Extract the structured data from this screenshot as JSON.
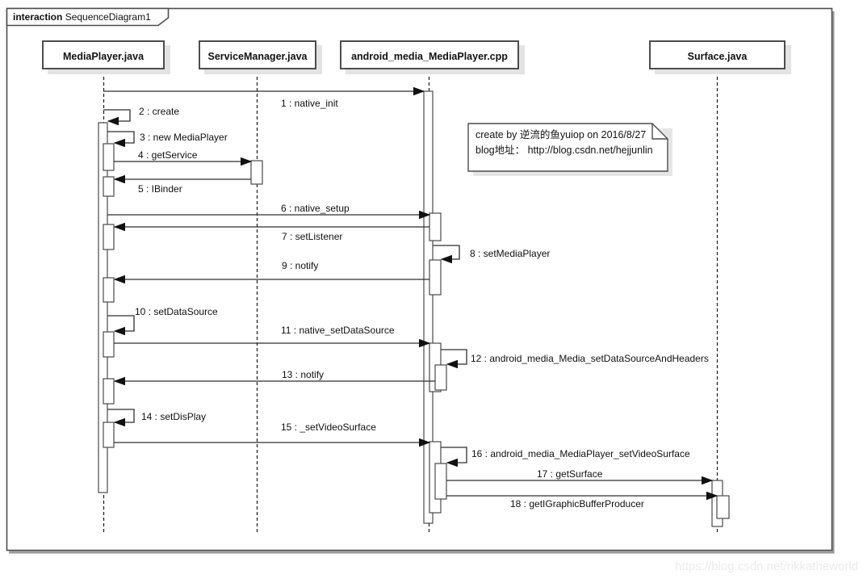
{
  "diagram": {
    "type": "uml-sequence",
    "frame_keyword": "interaction",
    "frame_title": "SequenceDiagram1"
  },
  "lifelines": [
    {
      "label": "MediaPlayer.java"
    },
    {
      "label": "ServiceManager.java"
    },
    {
      "label": "android_media_MediaPlayer.cpp"
    },
    {
      "label": "Surface.java"
    }
  ],
  "messages": [
    {
      "label": "1 : native_init",
      "from": "MediaPlayer.java",
      "to": "android_media_MediaPlayer.cpp",
      "kind": "call"
    },
    {
      "label": "2 : create",
      "from": "MediaPlayer.java",
      "to": "MediaPlayer.java",
      "kind": "self"
    },
    {
      "label": "3 : new MediaPlayer",
      "from": "MediaPlayer.java",
      "to": "MediaPlayer.java",
      "kind": "self"
    },
    {
      "label": "4 : getService",
      "from": "MediaPlayer.java",
      "to": "ServiceManager.java",
      "kind": "call"
    },
    {
      "label": "5 : IBinder",
      "from": "ServiceManager.java",
      "to": "MediaPlayer.java",
      "kind": "call"
    },
    {
      "label": "6 : native_setup",
      "from": "MediaPlayer.java",
      "to": "android_media_MediaPlayer.cpp",
      "kind": "call"
    },
    {
      "label": "7 : setListener",
      "from": "android_media_MediaPlayer.cpp",
      "to": "MediaPlayer.java",
      "kind": "call"
    },
    {
      "label": "8 : setMediaPlayer",
      "from": "android_media_MediaPlayer.cpp",
      "to": "android_media_MediaPlayer.cpp",
      "kind": "self"
    },
    {
      "label": "9 : notify",
      "from": "android_media_MediaPlayer.cpp",
      "to": "MediaPlayer.java",
      "kind": "call"
    },
    {
      "label": "10 : setDataSource",
      "from": "MediaPlayer.java",
      "to": "MediaPlayer.java",
      "kind": "self"
    },
    {
      "label": "11 : native_setDataSource",
      "from": "MediaPlayer.java",
      "to": "android_media_MediaPlayer.cpp",
      "kind": "call"
    },
    {
      "label": "12 : android_media_Media_setDataSourceAndHeaders",
      "from": "android_media_MediaPlayer.cpp",
      "to": "android_media_MediaPlayer.cpp",
      "kind": "self"
    },
    {
      "label": "13 : notify",
      "from": "android_media_MediaPlayer.cpp",
      "to": "MediaPlayer.java",
      "kind": "call"
    },
    {
      "label": "14 : setDisPlay",
      "from": "MediaPlayer.java",
      "to": "MediaPlayer.java",
      "kind": "self"
    },
    {
      "label": "15 : _setVideoSurface",
      "from": "MediaPlayer.java",
      "to": "android_media_MediaPlayer.cpp",
      "kind": "call"
    },
    {
      "label": "16 : android_media_MediaPlayer_setVideoSurface",
      "from": "android_media_MediaPlayer.cpp",
      "to": "android_media_MediaPlayer.cpp",
      "kind": "self"
    },
    {
      "label": "17 : getSurface",
      "from": "android_media_MediaPlayer.cpp",
      "to": "Surface.java",
      "kind": "call"
    },
    {
      "label": "18 : getIGraphicBufferProducer",
      "from": "android_media_MediaPlayer.cpp",
      "to": "Surface.java",
      "kind": "call"
    }
  ],
  "note": {
    "line1": "create by 逆流的鱼yuiop on 2016/8/27",
    "line2": "blog地址： http://blog.csdn.net/hejjunlin"
  },
  "watermark": "https://blog.csdn.net/rikkatheworld",
  "colors": {
    "line": "#2f2f2f",
    "box_border": "#4d4d4d",
    "shadow": "#e3e3e3",
    "watermark": "#ececec"
  }
}
